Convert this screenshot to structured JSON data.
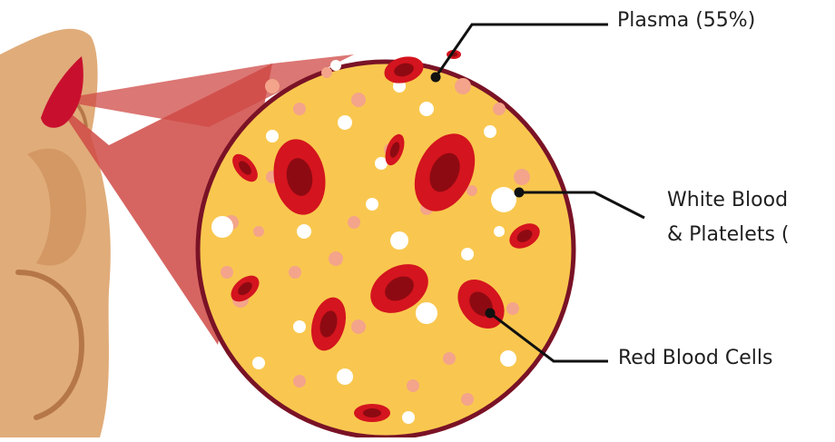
{
  "diagram": {
    "labels": {
      "plasma": "Plasma (55%)",
      "wbc_line1": "White Blood",
      "wbc_line2": "& Platelets (",
      "rbc": "Red Blood Cells"
    },
    "colors": {
      "plasma": "#f9c74f",
      "circle_border": "#7a1226",
      "red_cell": "#d4141e",
      "red_cell_dark": "#8e0a12",
      "white_cell": "#ffffff",
      "platelet": "#f4a48a",
      "skin": "#e0ac7a",
      "skin_shadow": "#c98a55",
      "magnify_cone": "#cf4a45",
      "blood_drop": "#c8102e",
      "leader_line": "#111111"
    }
  }
}
